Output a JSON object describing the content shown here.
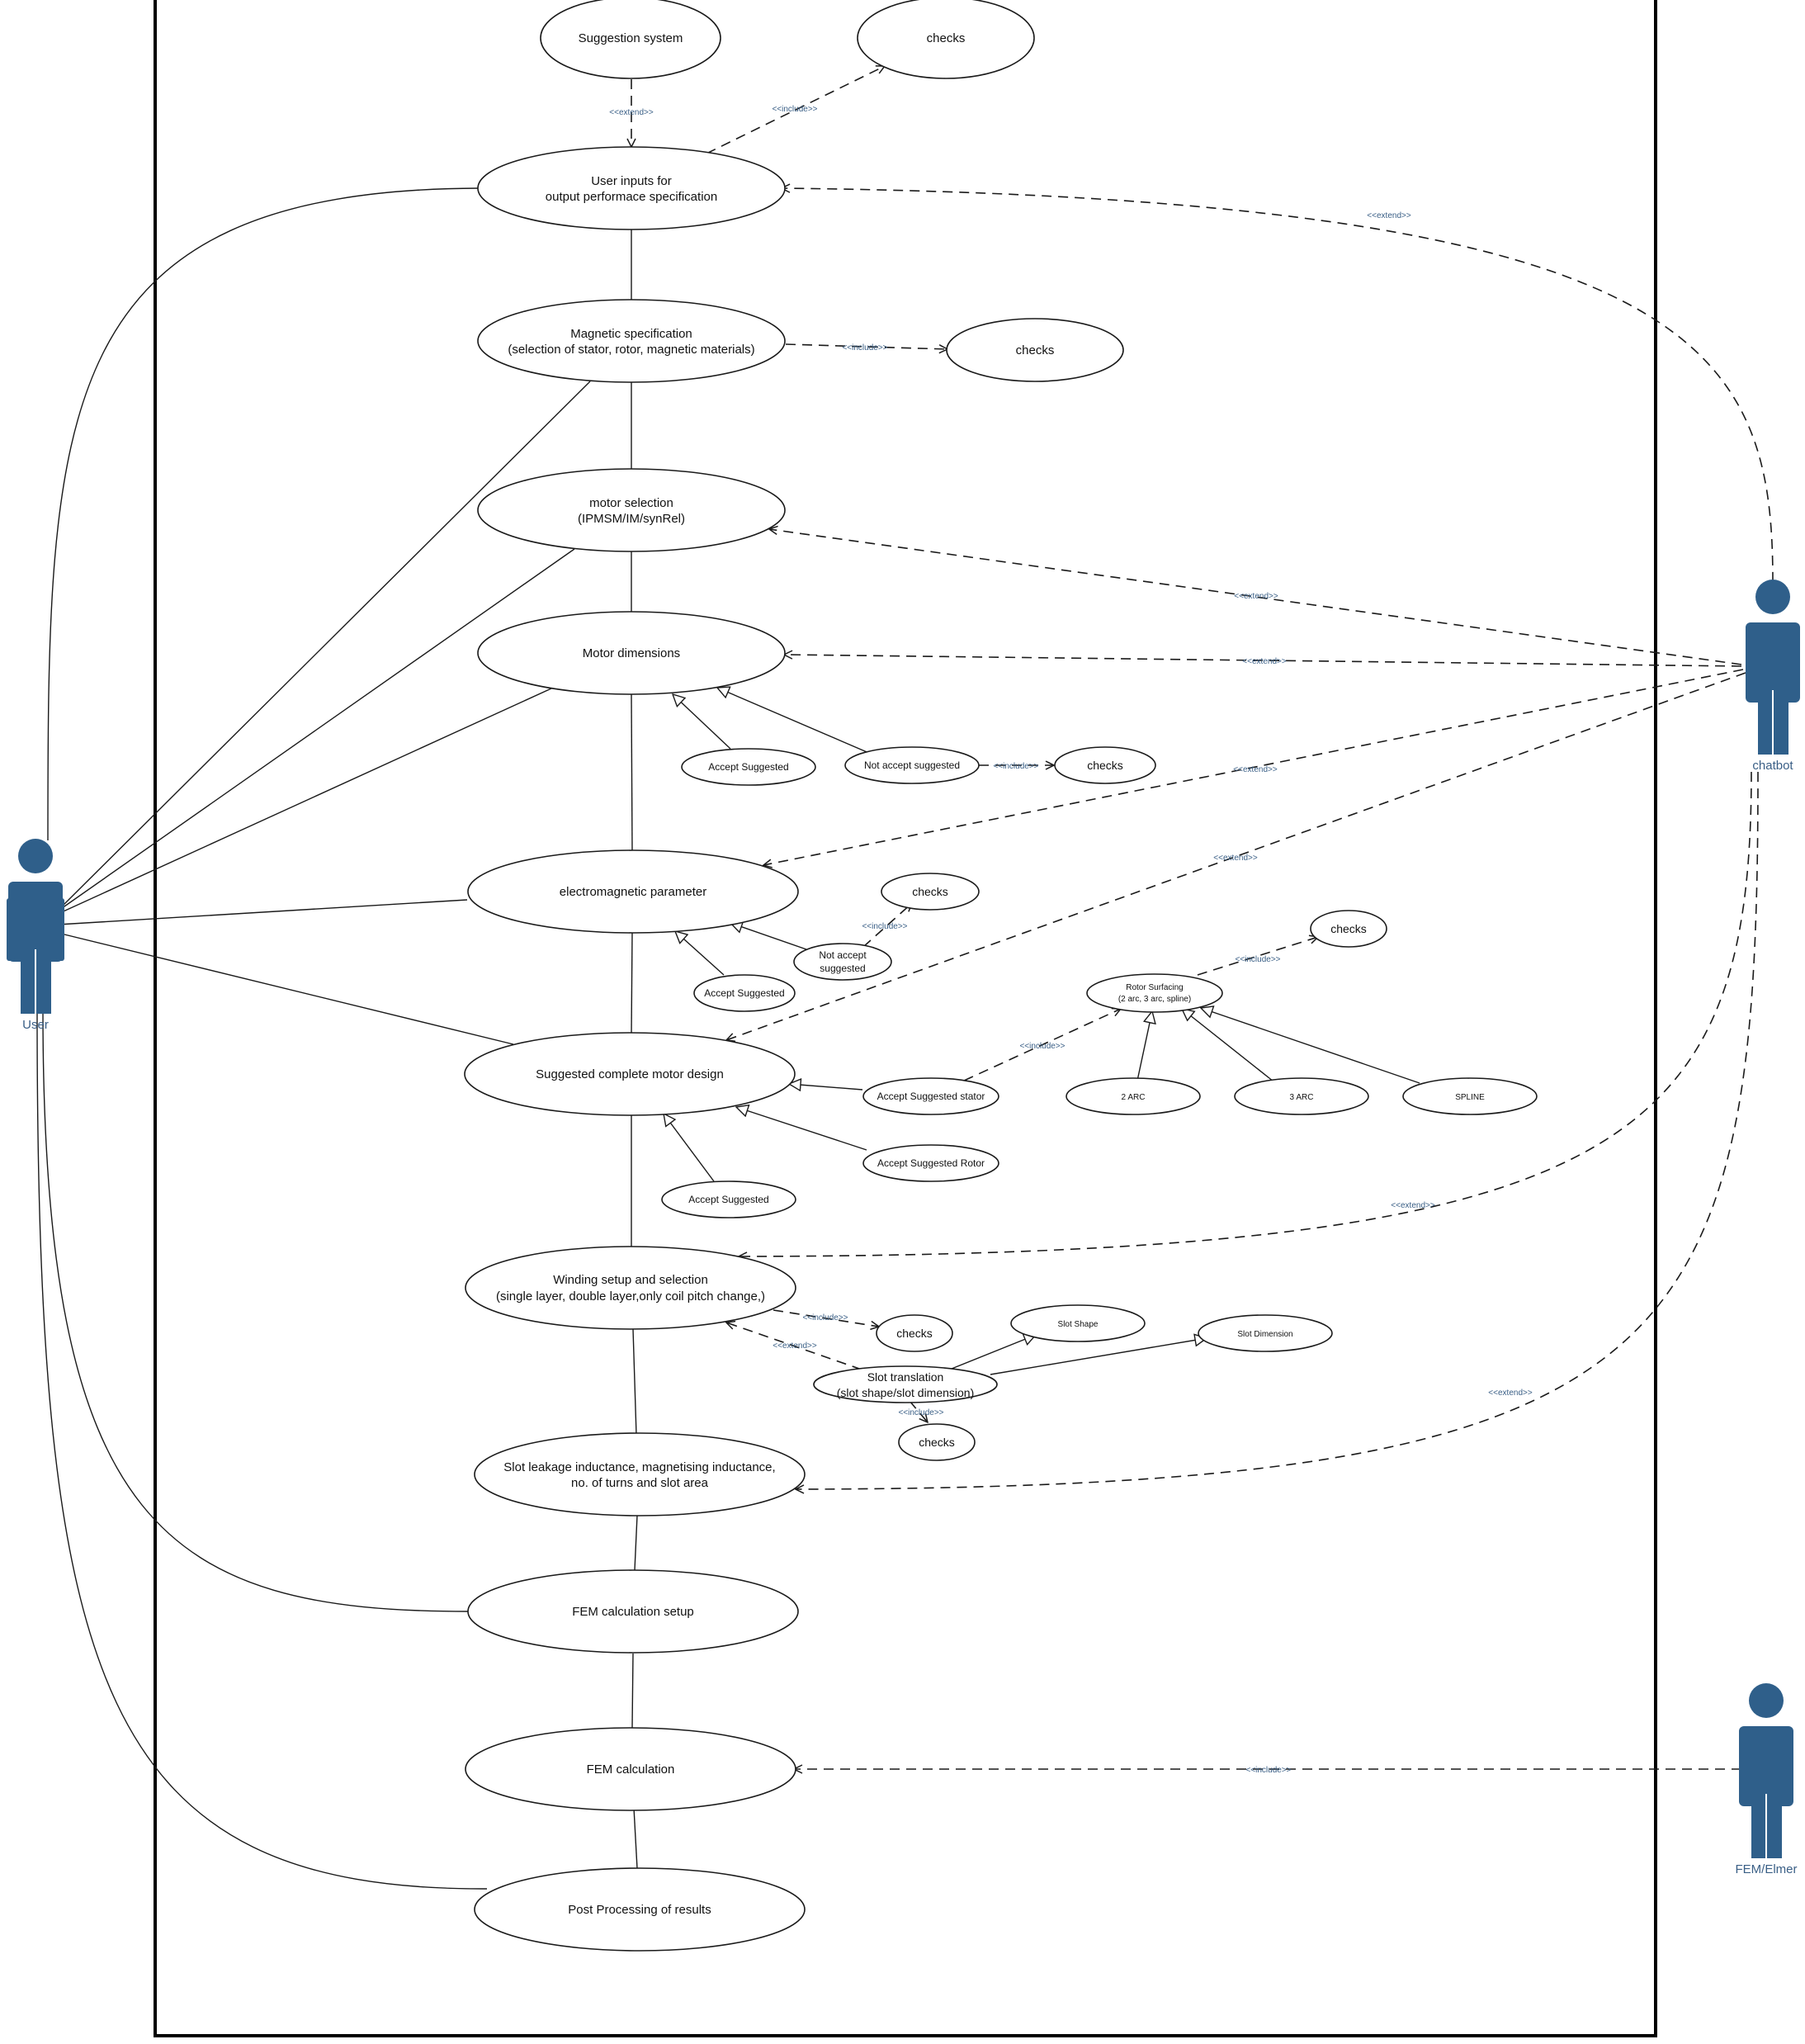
{
  "actors": {
    "user": "User",
    "chatbot": "chatbot",
    "fem": "FEM/Elmer"
  },
  "stereotypes": {
    "extend": "<<extend>>",
    "include": "<<include>>"
  },
  "use_cases": {
    "suggestion_system": [
      "Suggestion system"
    ],
    "checks_1": [
      "checks"
    ],
    "user_inputs": [
      "User inputs for",
      "output performace specification"
    ],
    "magnetic_spec": [
      "Magnetic specification",
      "(selection of stator, rotor, magnetic materials)"
    ],
    "checks_2": [
      "checks"
    ],
    "motor_selection": [
      "motor selection",
      "(IPMSM/IM/synRel)"
    ],
    "motor_dimensions": [
      "Motor dimensions"
    ],
    "md_accept": [
      "Accept Suggested"
    ],
    "md_not_accept": [
      "Not accept suggested"
    ],
    "checks_3": [
      "checks"
    ],
    "em_parameter": [
      "electromagnetic parameter"
    ],
    "em_accept": [
      "Accept Suggested"
    ],
    "em_not_accept": [
      "Not accept",
      "suggested"
    ],
    "checks_4": [
      "checks"
    ],
    "checks_5": [
      "checks"
    ],
    "rotor_surfacing": [
      "Rotor Surfacing",
      "(2 arc, 3 arc, spline)"
    ],
    "suggested_design": [
      "Suggested complete motor design"
    ],
    "accept_stator": [
      "Accept Suggested stator"
    ],
    "arc2": [
      "2 ARC"
    ],
    "arc3": [
      "3 ARC"
    ],
    "spline": [
      "SPLINE"
    ],
    "accept_rotor": [
      "Accept Suggested Rotor"
    ],
    "design_accept": [
      "Accept Suggested"
    ],
    "winding": [
      "Winding setup and selection",
      "(single layer, double layer,only coil pitch change,)"
    ],
    "checks_6": [
      "checks"
    ],
    "slot_shape": [
      "Slot Shape"
    ],
    "slot_dimension": [
      "Slot Dimension"
    ],
    "slot_translation": [
      "Slot translation",
      "(slot shape/slot dimension)"
    ],
    "checks_7": [
      "checks"
    ],
    "slot_leakage": [
      "Slot leakage inductance, magnetising inductance,",
      "no. of turns and slot area"
    ],
    "fem_setup": [
      "FEM calculation setup"
    ],
    "fem_calc": [
      "FEM calculation"
    ],
    "post_processing": [
      "Post Processing of results"
    ]
  }
}
